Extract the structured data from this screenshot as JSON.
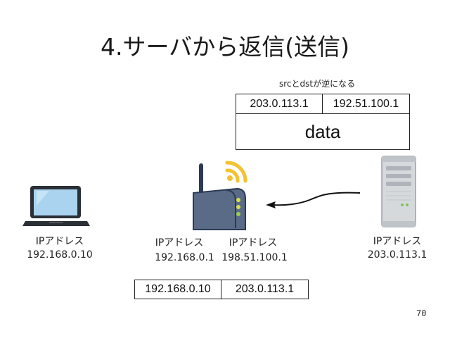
{
  "slide": {
    "title": "4.サーバから返信(送信)",
    "page_number": "70"
  },
  "note": "srcとdstが逆になる",
  "reply_packet": {
    "src": "203.0.113.1",
    "dst": "192.51.100.1",
    "payload": "data"
  },
  "lan_packet": {
    "dst": "192.168.0.10",
    "src": "203.0.113.1"
  },
  "pc": {
    "label": "IPアドレス",
    "ip": "192.168.0.10"
  },
  "router": {
    "inner_label": "IPアドレス",
    "inner_ip": "192.168.0.1",
    "outer_label": "IPアドレス",
    "outer_ip": "198.51.100.1"
  },
  "server": {
    "label": "IPアドレス",
    "ip": "203.0.113.1"
  },
  "colors": {
    "router_body": "#5a6b87",
    "router_led": "#d8e04a",
    "wifi": "#f2c230",
    "laptop_screen": "#a9d3ef",
    "server_body": "#d6d9dc"
  }
}
